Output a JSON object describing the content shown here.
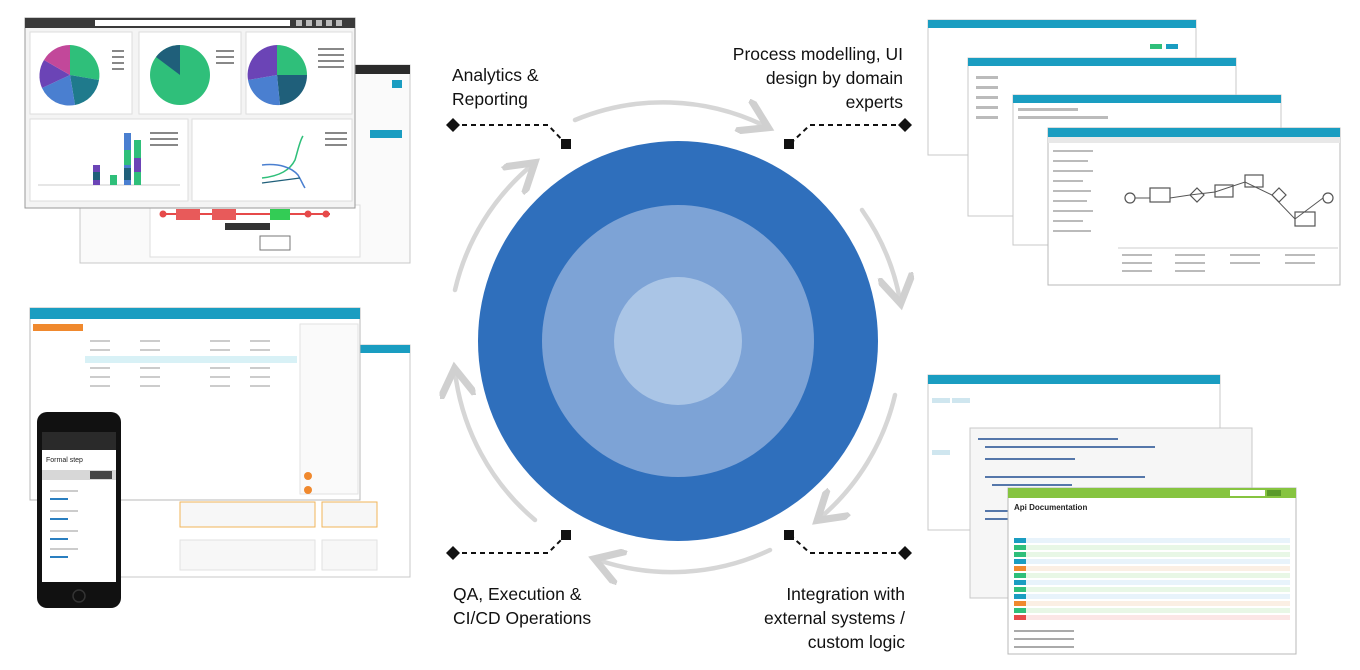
{
  "labels": {
    "top_left": [
      "Analytics &",
      "Reporting"
    ],
    "top_right": [
      "Process modelling, UI",
      "design by domain",
      "experts"
    ],
    "bottom_left": [
      "QA, Execution &",
      "CI/CD Operations"
    ],
    "bottom_right": [
      "Integration with",
      "external systems /",
      "custom logic"
    ]
  },
  "screens": {
    "api_doc_title": "Api Documentation",
    "mobile_task_title": "Formal step"
  },
  "colors": {
    "circle_outer": "#2f6fbc",
    "circle_middle": "#7da3d6",
    "circle_inner": "#aac5e6",
    "cycle_arrow": "#d6d6d6",
    "header_teal": "#1a9dc1",
    "chart_green": "#2fbf7a",
    "chart_purple": "#6b44b6",
    "chart_blue": "#4a7fd0",
    "swagger_green": "#86c440"
  }
}
